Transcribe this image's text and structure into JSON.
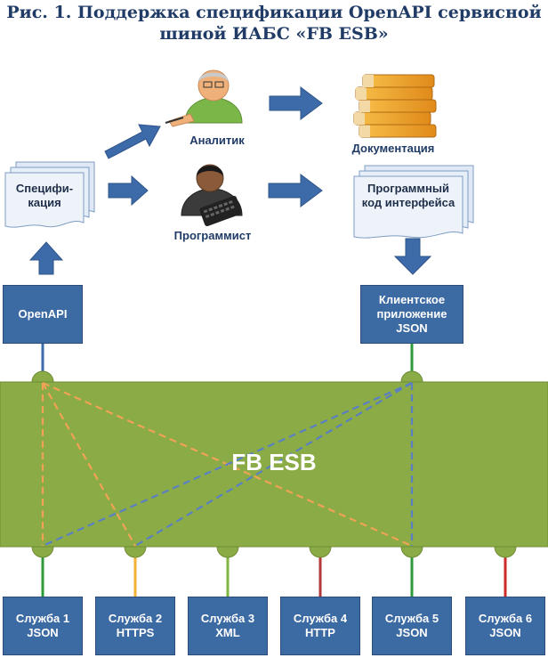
{
  "title": {
    "line1": "Рис. 1. Поддержка спецификации OpenAPI сервисной",
    "line2": "шиной ИАБС «FB ESB»"
  },
  "actors": {
    "analyst": "Аналитик",
    "programmer": "Программист"
  },
  "outputs": {
    "documentation": "Документация",
    "code_line1": "Программный",
    "code_line2": "код интерфейса"
  },
  "spec": {
    "line1": "Специфи-",
    "line2": "кация"
  },
  "openapi": "OpenAPI",
  "client_app": {
    "line1": "Клиентское",
    "line2": "приложение",
    "line3": "JSON"
  },
  "bus": {
    "label": "FB ESB",
    "color": "#8aab45"
  },
  "services": [
    {
      "line1": "Служба 1",
      "line2": "JSON",
      "connector_color": "#2e9b3a"
    },
    {
      "line1": "Служба 2",
      "line2": "HTTPS",
      "connector_color": "#f2b233"
    },
    {
      "line1": "Служба 3",
      "line2": "XML",
      "connector_color": "#7fb342"
    },
    {
      "line1": "Служба 4",
      "line2": "HTTP",
      "connector_color": "#b23a3a"
    },
    {
      "line1": "Служба 5",
      "line2": "JSON",
      "connector_color": "#2e9b3a"
    },
    {
      "line1": "Служба 6",
      "line2": "JSON",
      "connector_color": "#cc2b2b"
    }
  ],
  "colors": {
    "box": "#3c6aa3",
    "arrow": "#3d6aa8",
    "orange_dash": "#f0a356",
    "blue_dash": "#5b7fc5"
  }
}
